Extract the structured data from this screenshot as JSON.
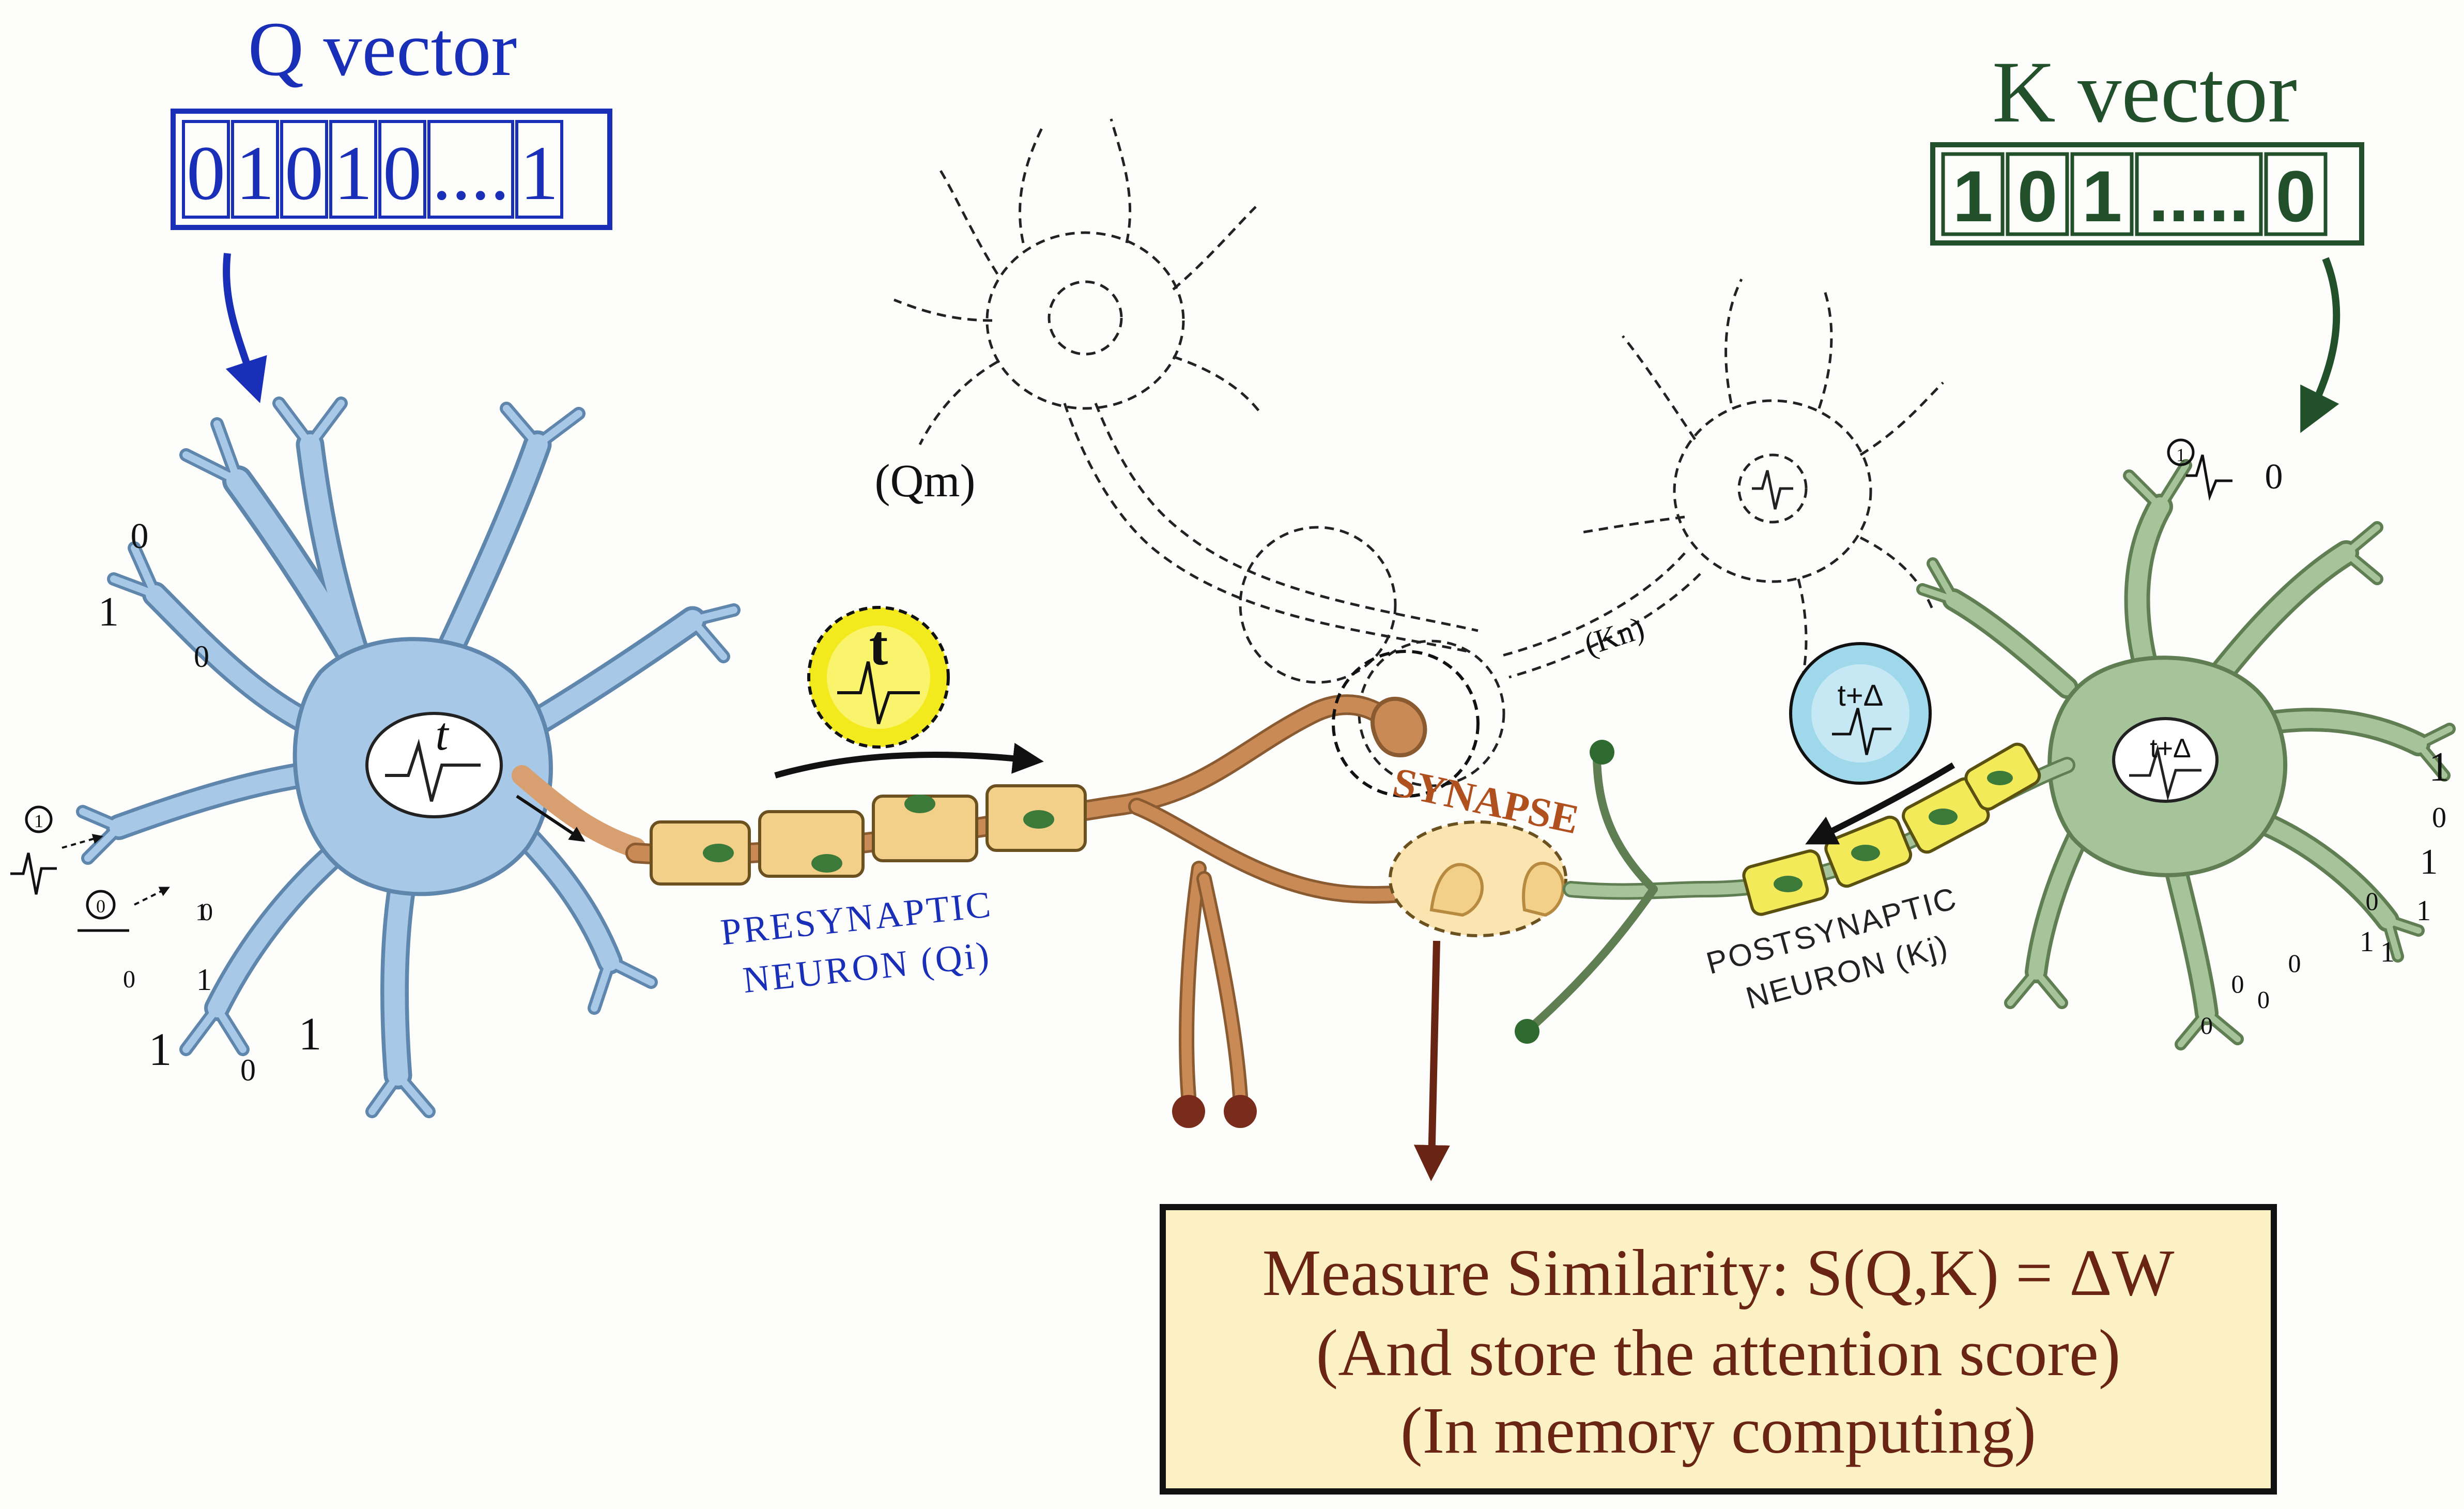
{
  "q_vector": {
    "title": "Q vector",
    "cells": [
      "0",
      "1",
      "0",
      "1",
      "0",
      "....",
      "1"
    ],
    "color": "#1a2fb8"
  },
  "k_vector": {
    "title": "K vector",
    "cells": [
      "1",
      "0",
      "1",
      ".....",
      "0"
    ],
    "color": "#22502a"
  },
  "presynaptic": {
    "label_line1": "PRESYNAPTIC",
    "label_line2": "NEURON (Qi)",
    "soma_label": "t",
    "spike_label": "t",
    "color": "#a8c8e8"
  },
  "postsynaptic": {
    "label_line1": "POSTSYNAPTIC",
    "label_line2": "NEURON (Kj)",
    "soma_label": "t+Δ",
    "spike_label": "t+Δ",
    "color": "#a6c49a"
  },
  "ghost_neurons": {
    "qm": "(Qm)",
    "kn": "(Kn)"
  },
  "synapse": {
    "label": "SYNAPSE"
  },
  "result_box": {
    "line1": "Measure Similarity: S(Q,K) = ΔW",
    "line2": "(And store the attention score)",
    "line3": "(In memory computing)",
    "background": "#fbf1c4",
    "text_color": "#6a2414"
  },
  "left_inputs": [
    "0",
    "1",
    "0",
    "1",
    "0",
    "0",
    "1",
    "1",
    "0",
    "1"
  ],
  "right_inputs": [
    "1",
    "0",
    "1",
    "0",
    "1",
    "1",
    "1",
    "0",
    "0",
    "0",
    "0"
  ],
  "colors": {
    "axon": "#c98a55",
    "myelin": "#f2d08a",
    "nucleus": "#3c7a3a",
    "spike_yellow": "#f3ea1e",
    "spike_blue": "#9fd8ea"
  }
}
